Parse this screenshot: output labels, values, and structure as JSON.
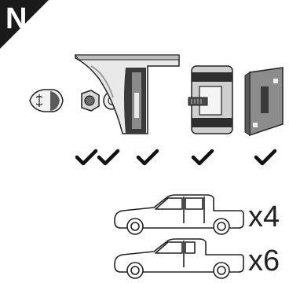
{
  "step": {
    "letter": "N"
  },
  "multipliers": {
    "truck_a": "x4",
    "truck_b": "x6"
  },
  "colors": {
    "corner": "#1a1a1a",
    "ink": "#222222",
    "part_dark": "#3a3a3a",
    "part_mid": "#8a8a8a",
    "part_light": "#e8e8e8"
  },
  "icons": [
    "plug-cap-icon",
    "nut-icon",
    "washer-icon",
    "mount-bracket-icon",
    "clamp-block-icon",
    "box-plate-icon",
    "checkmark-icon",
    "pickup-truck-icon"
  ]
}
